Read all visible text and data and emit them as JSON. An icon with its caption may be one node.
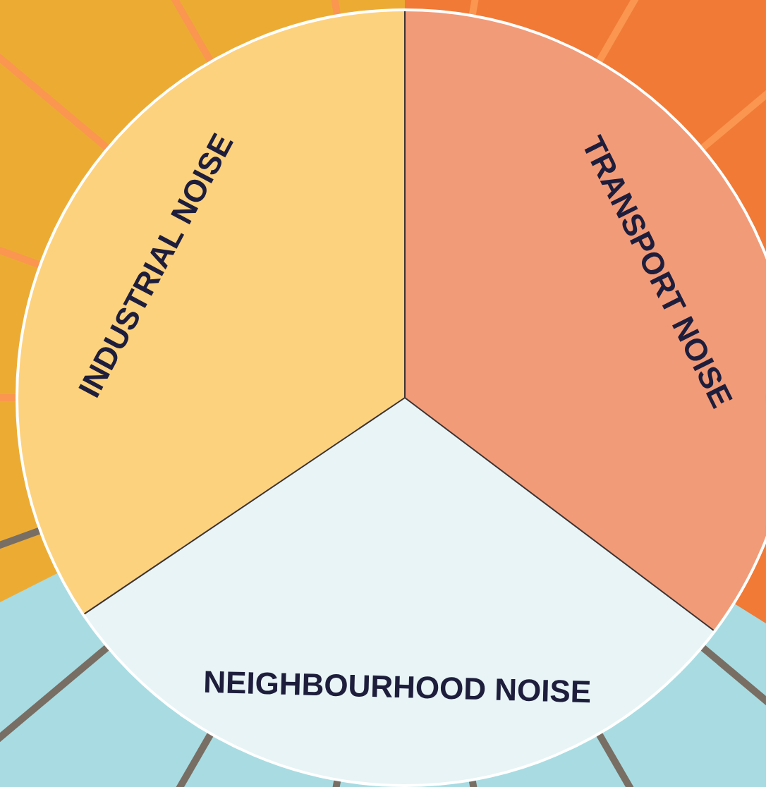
{
  "diagram": {
    "nodes": [
      {
        "text": [
          "INDUSTRIAL NOISE"
        ]
      },
      {
        "text": [
          "TRANSPORT NOISE"
        ]
      },
      {
        "text": [
          "NEIGHBOURHOOD NOISE"
        ]
      }
    ]
  }
}
